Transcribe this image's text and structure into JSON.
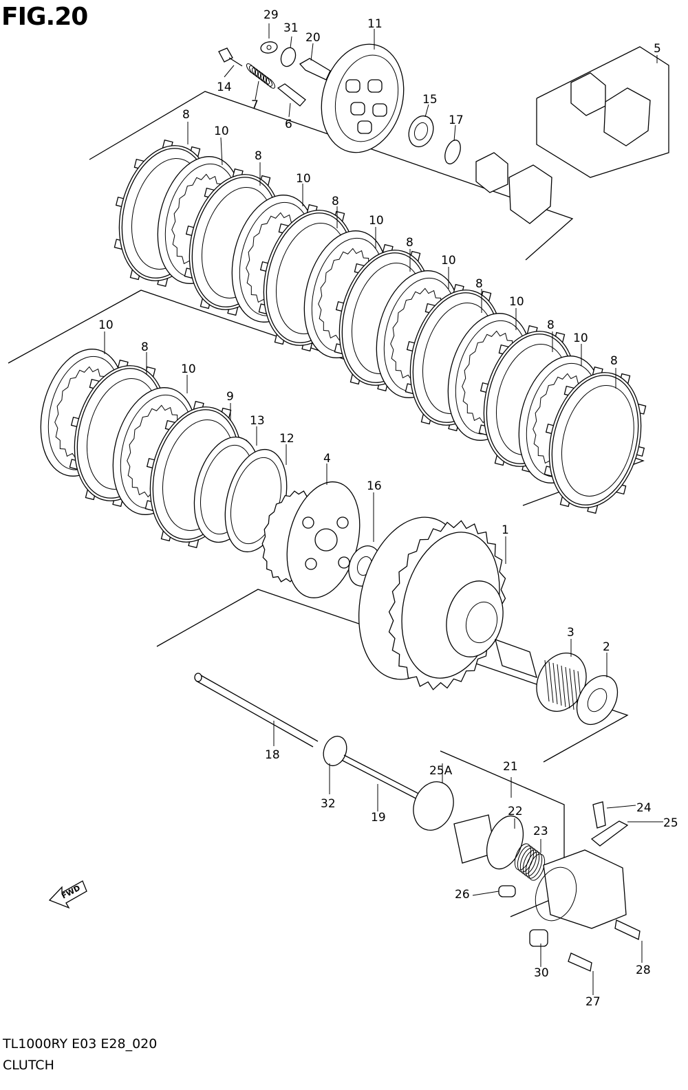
{
  "figure": {
    "title": "FIG.20",
    "code": "TL1000RY E03 E28_020",
    "name": "CLUTCH"
  },
  "direction_marker": "FWD",
  "callouts": [
    "1",
    "2",
    "3",
    "4",
    "5",
    "6",
    "7",
    "8",
    "9",
    "10",
    "11",
    "12",
    "13",
    "14",
    "15",
    "16",
    "17",
    "18",
    "19",
    "20",
    "21",
    "22",
    "23",
    "24",
    "25",
    "25A",
    "26",
    "27",
    "28",
    "29",
    "30",
    "31",
    "32"
  ],
  "colors": {
    "ink": "#000000",
    "paper": "#ffffff"
  }
}
